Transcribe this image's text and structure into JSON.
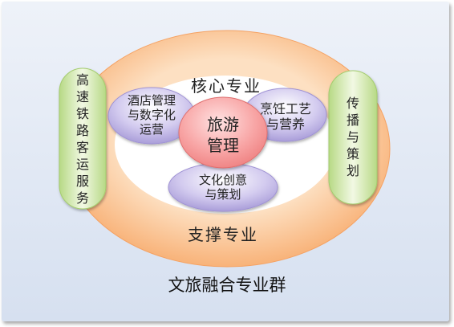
{
  "diagram": {
    "title": "文旅融合专业群",
    "core_label": "核心专业",
    "support_label": "支撑专业",
    "center": "旅游\n管理",
    "core_majors": [
      "酒店管理\n与数字化\n运营",
      "烹饪工艺\n与营养",
      "文化创意\n与策划"
    ],
    "support_majors": [
      "高\n速\n铁\n路\n客\n运\n服\n务",
      "传\n播\n与\n策\n划"
    ]
  },
  "colors": {
    "outer_ring": "#f7a868",
    "inner_area": "#ffffff",
    "center": "#f28888",
    "core_bubble": "#b9aee0",
    "support_pill": "#c6e29a"
  }
}
